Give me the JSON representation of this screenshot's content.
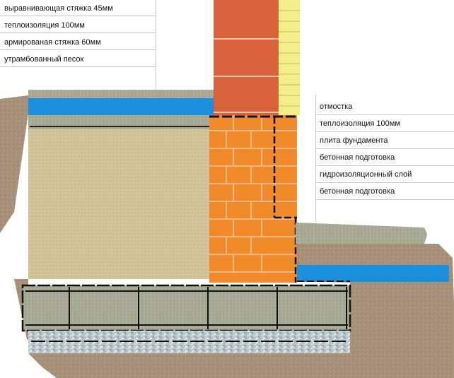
{
  "labels_left": [
    "выравнивающая стяжка 45мм",
    "теплоизоляция 100мм",
    "армированая стяжка 60мм",
    "утрамбованный песок"
  ],
  "labels_right": [
    "отмостка",
    "теплоизоляция 100мм",
    "плита фундамента",
    "бетонная подготовка",
    "гидроизоляционный слой",
    "бетонная подготовка"
  ],
  "colors": {
    "soil": "#a8927a",
    "sand": "#d3c49a",
    "concrete": "#a8aa95",
    "insulation": "#1b8fdc",
    "brick_orange": "#f08a2a",
    "brick_red": "#d9623a",
    "brick_yellow": "#f3ee8a",
    "gravel": "#b9c6cc"
  }
}
